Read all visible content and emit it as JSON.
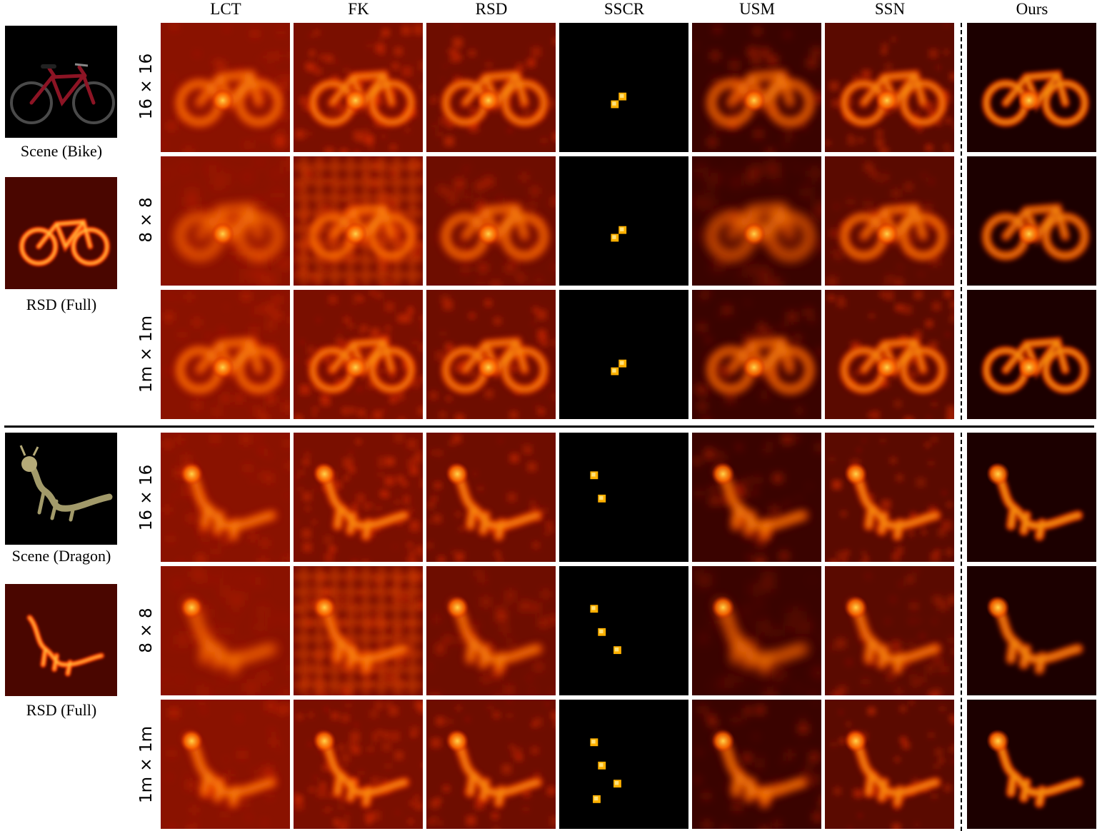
{
  "columns": [
    "LCT",
    "FK",
    "RSD",
    "SSCR",
    "USM",
    "SSN",
    "Ours"
  ],
  "row_labels": [
    "16 × 16",
    "8 × 8",
    "1m × 1m"
  ],
  "scenes": [
    {
      "scene_caption": "Scene (Bike)",
      "reference_caption": "RSD (Full)",
      "object": "bike"
    },
    {
      "scene_caption": "Scene (Dragon)",
      "reference_caption": "RSD (Full)",
      "object": "dragon"
    }
  ],
  "colors": {
    "heat_low": "#2a0000",
    "heat_mid": "#c81a00",
    "heat_high": "#ffd34a"
  }
}
